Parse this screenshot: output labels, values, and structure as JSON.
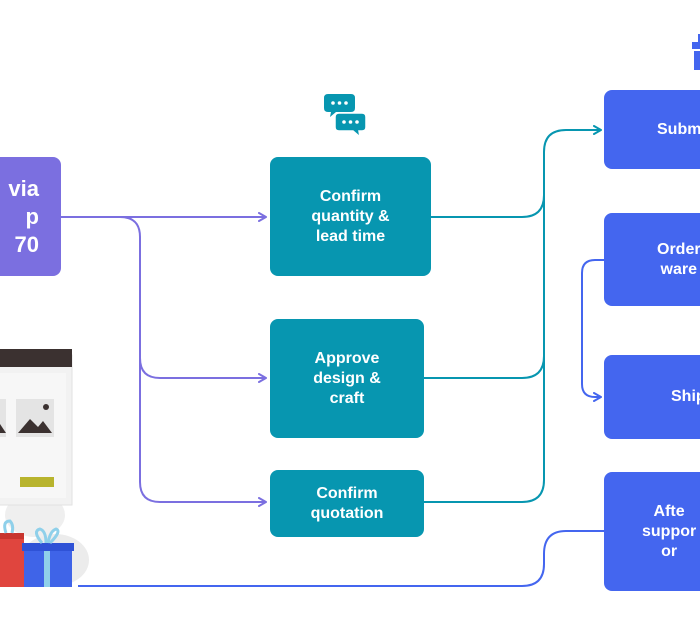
{
  "nodes": {
    "start": {
      "label": "via\np\n70",
      "color": "#7b6fe0"
    },
    "confirm_qty": {
      "label": "Confirm\nquantity &\nlead time",
      "color": "#0796b0"
    },
    "approve_design": {
      "label": "Approve\ndesign &\ncraft",
      "color": "#0796b0"
    },
    "confirm_quote": {
      "label": "Confirm\nquotation",
      "color": "#0796b0"
    },
    "submit": {
      "label": "Subm",
      "color": "#4466ef"
    },
    "order": {
      "label": "Order\nware",
      "color": "#4466ef"
    },
    "ship": {
      "label": "Ship",
      "color": "#4466ef"
    },
    "after": {
      "label": "Afte\nsuppor\nor",
      "color": "#4466ef"
    }
  },
  "colors": {
    "purple_wire": "#7b6fe0",
    "teal_wire": "#0796b0",
    "blue_wire": "#4466ef"
  },
  "icons": {
    "chat": "chat-bubbles-icon",
    "gift": "gift-icon",
    "illustration": "storefront-gift-illustration"
  }
}
